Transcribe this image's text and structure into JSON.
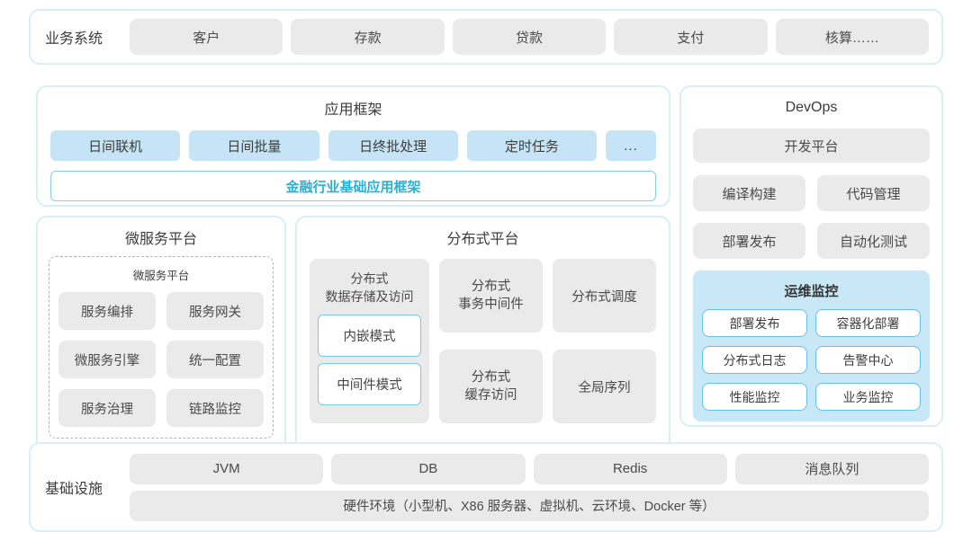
{
  "colors": {
    "accent_blue": "#29b2d8",
    "card_border": "#d9eef6",
    "gray_box": "#eaeaea",
    "light_blue_box": "#c5e4f5",
    "monitor_panel_bg": "#c9e8f7",
    "blue_outline": "#66c2e8",
    "text": "#3d3d3d"
  },
  "business": {
    "label": "业务系统",
    "items": [
      "客户",
      "存款",
      "贷款",
      "支付",
      "核算……"
    ]
  },
  "app_framework": {
    "title": "应用框架",
    "items": [
      "日间联机",
      "日间批量",
      "日终批处理",
      "定时任务",
      "..."
    ],
    "base_label": "金融行业基础应用框架"
  },
  "microservice": {
    "title": "微服务平台",
    "inner_title": "微服务平台",
    "items": [
      "服务编排",
      "服务网关",
      "微服务引擎",
      "统一配置",
      "服务治理",
      "链路监控"
    ]
  },
  "distributed": {
    "title": "分布式平台",
    "storage": {
      "title": "分布式\n数据存储及访问",
      "modes": [
        "内嵌模式",
        "中间件模式"
      ]
    },
    "cells": [
      "分布式\n事务中间件",
      "分布式调度",
      "分布式\n缓存访问",
      "全局序列"
    ]
  },
  "devops": {
    "title": "DevOps",
    "platform": "开发平台",
    "items": [
      "编译构建",
      "代码管理",
      "部署发布",
      "自动化测试"
    ],
    "monitor": {
      "title": "运维监控",
      "items": [
        "部署发布",
        "容器化部署",
        "分布式日志",
        "告警中心",
        "性能监控",
        "业务监控"
      ]
    }
  },
  "infrastructure": {
    "label": "基础设施",
    "items": [
      "JVM",
      "DB",
      "Redis",
      "消息队列"
    ],
    "hardware": "硬件环境（小型机、X86 服务器、虚拟机、云环境、Docker 等）"
  }
}
